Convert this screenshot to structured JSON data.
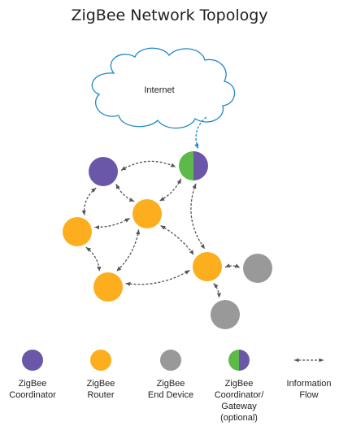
{
  "title": "ZigBee Network Topology",
  "cloud_label": "Internet",
  "colors": {
    "coordinator": "#6b57a8",
    "router": "#fcae1e",
    "end_device": "#999999",
    "gateway_left": "#5db94a",
    "gateway_right": "#6b57a8",
    "cloud_stroke": "#1e88c8",
    "link": "#555555",
    "internet_link": "#1e88c8"
  },
  "legend": {
    "coordinator": "ZigBee\nCoordinator",
    "router": "ZigBee\nRouter",
    "end_device": "ZigBee\nEnd Device",
    "gateway": "ZigBee\nCoordinator/\nGateway\n(optional)",
    "flow": "Information\nFlow"
  },
  "nodes": [
    {
      "id": "coordinator",
      "type": "coordinator"
    },
    {
      "id": "gateway",
      "type": "gateway"
    },
    {
      "id": "router-center",
      "type": "router"
    },
    {
      "id": "router-left",
      "type": "router"
    },
    {
      "id": "router-bottom",
      "type": "router"
    },
    {
      "id": "router-right",
      "type": "router"
    },
    {
      "id": "end-device-right",
      "type": "end_device"
    },
    {
      "id": "end-device-bottom",
      "type": "end_device"
    }
  ],
  "links": [
    [
      "coordinator",
      "gateway"
    ],
    [
      "coordinator",
      "router-center"
    ],
    [
      "coordinator",
      "router-left"
    ],
    [
      "gateway",
      "router-center"
    ],
    [
      "gateway",
      "router-right"
    ],
    [
      "router-center",
      "router-left"
    ],
    [
      "router-center",
      "router-bottom"
    ],
    [
      "router-center",
      "router-right"
    ],
    [
      "router-left",
      "router-bottom"
    ],
    [
      "router-bottom",
      "router-right"
    ],
    [
      "router-right",
      "end-device-right"
    ],
    [
      "router-right",
      "end-device-bottom"
    ],
    [
      "gateway",
      "internet"
    ]
  ]
}
